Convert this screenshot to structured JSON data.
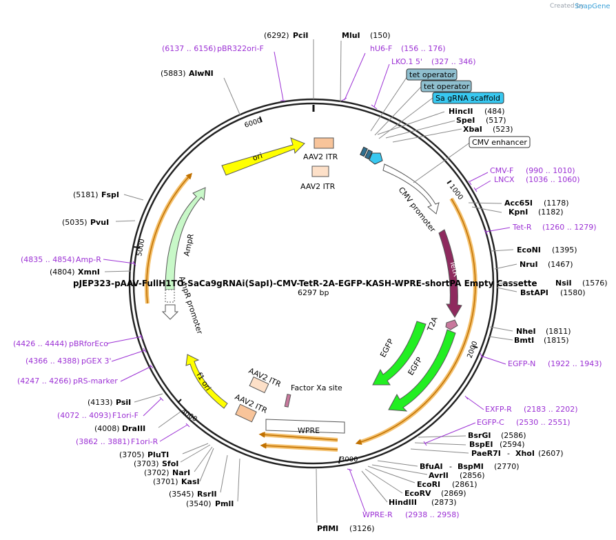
{
  "brand": {
    "created_by": "Created by",
    "name": "SnapGene"
  },
  "plasmid": {
    "name": "pJEP323-pAAV-FullH1TO-SaCa9gRNAi(SapI)-CMV-TetR-2A-EGFP-KASH-WPRE-shortPA  Empty Cassette",
    "size": "6297 bp"
  },
  "ticks": [
    "1000",
    "2000",
    "3000",
    "4000",
    "5000",
    "6000"
  ],
  "sites": [
    {
      "name": "PciI",
      "pos": "(6292)"
    },
    {
      "name": "MluI",
      "pos": "(150)"
    },
    {
      "name": "HincII",
      "pos": "(484)"
    },
    {
      "name": "SpeI",
      "pos": "(517)"
    },
    {
      "name": "XbaI",
      "pos": "(523)"
    },
    {
      "name": "Acc65I",
      "pos": "(1178)"
    },
    {
      "name": "KpnI",
      "pos": "(1182)"
    },
    {
      "name": "EcoNI",
      "pos": "(1395)"
    },
    {
      "name": "NruI",
      "pos": "(1467)"
    },
    {
      "name": "NsiI",
      "pos": "(1576)"
    },
    {
      "name": "BstAPI",
      "pos": "(1580)"
    },
    {
      "name": "NheI",
      "pos": "(1811)"
    },
    {
      "name": "BmtI",
      "pos": "(1815)"
    },
    {
      "name": "BsrGI",
      "pos": "(2586)"
    },
    {
      "name": "BspEI",
      "pos": "(2594)"
    },
    {
      "name": "PaeR7I",
      "name2": "XhoI",
      "sep": "-",
      "pos": "(2607)"
    },
    {
      "name": "BfuAI",
      "name2": "BspMI",
      "sep": "-",
      "pos": "(2770)"
    },
    {
      "name": "AvrII",
      "pos": "(2856)"
    },
    {
      "name": "EcoRI",
      "pos": "(2861)"
    },
    {
      "name": "EcoRV",
      "pos": "(2869)"
    },
    {
      "name": "HindIII",
      "pos": "(2873)"
    },
    {
      "name": "PflMI",
      "pos": "(3126)"
    },
    {
      "name": "PmlI",
      "pos": "(3540)"
    },
    {
      "name": "RsrII",
      "pos": "(3545)"
    },
    {
      "name": "KasI",
      "pos": "(3701)"
    },
    {
      "name": "NarI",
      "pos": "(3702)"
    },
    {
      "name": "SfoI",
      "pos": "(3703)"
    },
    {
      "name": "PluTI",
      "pos": "(3705)"
    },
    {
      "name": "DraIII",
      "pos": "(4008)"
    },
    {
      "name": "PsiI",
      "pos": "(4133)"
    },
    {
      "name": "XmnI",
      "pos": "(4804)"
    },
    {
      "name": "PvuI",
      "pos": "(5035)"
    },
    {
      "name": "FspI",
      "pos": "(5181)"
    },
    {
      "name": "AlwNI",
      "pos": "(5883)"
    }
  ],
  "primers": [
    {
      "name": "pBR322ori-F",
      "range": "(6137 .. 6156)"
    },
    {
      "name": "hU6-F",
      "range": "(156 .. 176)"
    },
    {
      "name": "LKO.1 5'",
      "range": "(327 .. 346)"
    },
    {
      "name": "CMV-F",
      "range": "(990 .. 1010)"
    },
    {
      "name": "LNCX",
      "range": "(1036 .. 1060)"
    },
    {
      "name": "Tet-R",
      "range": "(1260 .. 1279)"
    },
    {
      "name": "EGFP-N",
      "range": "(1922 .. 1943)"
    },
    {
      "name": "EXFP-R",
      "range": "(2183 .. 2202)"
    },
    {
      "name": "EGFP-C",
      "range": "(2530 .. 2551)"
    },
    {
      "name": "WPRE-R",
      "range": "(2938 .. 2958)"
    },
    {
      "name": "F1ori-R",
      "range": "(3862 .. 3881)"
    },
    {
      "name": "F1ori-F",
      "range": "(4072 .. 4093)"
    },
    {
      "name": "pRS-marker",
      "range": "(4247 .. 4266)"
    },
    {
      "name": "pGEX 3'",
      "range": "(4366 .. 4388)"
    },
    {
      "name": "pBRforEco",
      "range": "(4426 .. 4444)"
    },
    {
      "name": "Amp-R",
      "range": "(4835 .. 4854)"
    }
  ],
  "boxes": [
    {
      "name": "tet operator",
      "color": "#8fbfcf"
    },
    {
      "name": "tet operator",
      "color": "#8fbfcf"
    },
    {
      "name": "Sa gRNA scaffold",
      "color": "#38c8f0"
    },
    {
      "name": "CMV enhancer",
      "color": "#ffffff"
    }
  ],
  "features": {
    "ori": "ori",
    "aav2_itr_1": "AAV2 ITR",
    "aav2_itr_2": "AAV2 ITR",
    "cmv_promoter": "CMV promoter",
    "tetr": "TetR",
    "t2a": "T2A",
    "egfp_1": "EGFP",
    "egfp_2": "EGFP",
    "factor_xa": "Factor Xa site",
    "aav2_itr_3": "AAV2 ITR",
    "aav2_itr_4": "AAV2 ITR",
    "wpre": "WPRE",
    "f1_ori": "f1 ori",
    "ampr": "AmpR",
    "ampr_promoter": "AmpR promoter"
  },
  "colors": {
    "backbone": "#222222",
    "primer": "#9b2fd4",
    "ori": "#ffff00",
    "itr": "#f8c49a",
    "cmv_promoter": "#ffffff",
    "tetr": "#8e2a5e",
    "t2a": "#c8789c",
    "egfp": "#22ee22",
    "ampr": "#c8f8c8",
    "highlight": "#f4c06c"
  }
}
